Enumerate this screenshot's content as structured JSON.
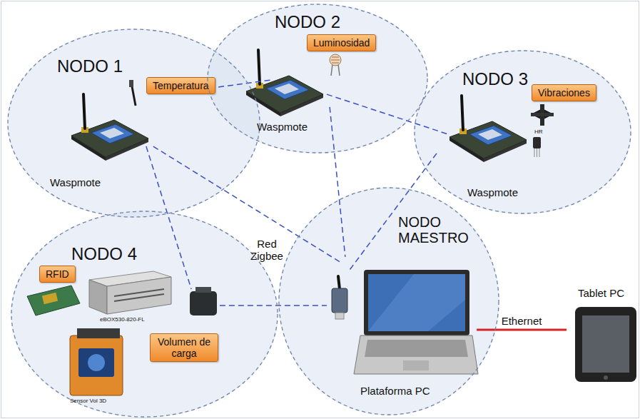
{
  "diagram": {
    "nodes": [
      {
        "text": [
          "NODO 1",
          "Waspmote"
        ]
      },
      {
        "text": [
          "Temperatura"
        ],
        "in": 0
      },
      {
        "text": [
          "NODO 2",
          "Waspmote"
        ]
      },
      {
        "text": [
          "Luminosidad"
        ],
        "in": 2
      },
      {
        "text": [
          "NODO 3",
          "Waspmote"
        ]
      },
      {
        "text": [
          "Vibraciones"
        ],
        "in": 4
      },
      {
        "text": [
          "NODO 4"
        ]
      },
      {
        "text": [
          "RFID"
        ],
        "in": 6
      },
      {
        "text": [
          "Volumen de carga"
        ],
        "in": 6
      },
      {
        "text": [
          "NODO MAESTRO",
          "Plataforma PC"
        ]
      },
      {
        "text": [
          "Tablet PC"
        ]
      }
    ],
    "edges": [
      {
        "from": 0,
        "to": 2,
        "arrow": "none"
      },
      {
        "from": 2,
        "to": 4,
        "arrow": "none"
      },
      {
        "from": 0,
        "to": 6,
        "arrow": "none"
      },
      {
        "from": 0,
        "to": 9,
        "arrow": "none"
      },
      {
        "from": 2,
        "to": 9,
        "arrow": "none"
      },
      {
        "from": 4,
        "to": 9,
        "arrow": "none"
      },
      {
        "from": 6,
        "to": 9,
        "arrow": "none"
      },
      {
        "from": 9,
        "to": 10,
        "label": "Ethernet",
        "arrow": "none"
      }
    ],
    "labels": [
      "Red Zigbee",
      "HR",
      "eBOX530-820-FL",
      "Sensor Vol 3D"
    ]
  }
}
